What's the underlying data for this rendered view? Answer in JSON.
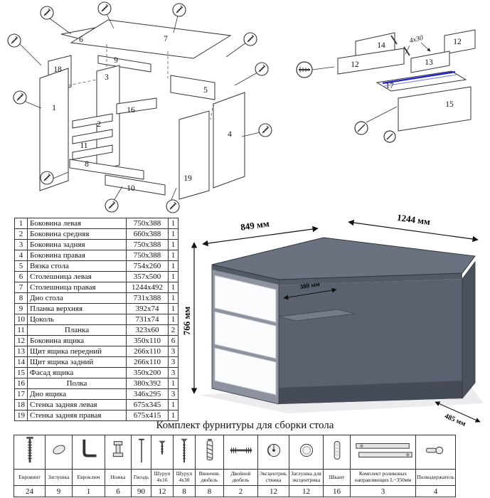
{
  "exploded_main": {
    "labels": {
      "n1": "1",
      "n2": "2",
      "n3": "3",
      "n4": "4",
      "n5": "5",
      "n6": "6",
      "n7": "7",
      "n8": "8",
      "n9": "9",
      "n10": "10",
      "n11": "11",
      "n16": "16",
      "n18": "18",
      "n19": "19"
    }
  },
  "exploded_detail": {
    "labels": {
      "n12a": "12",
      "n12b": "12",
      "n13": "13",
      "n14": "14",
      "n15": "15",
      "n17": "17"
    },
    "note": "4x30",
    "rail_color": "#2323cc"
  },
  "desk": {
    "dim_left": "849 мм",
    "dim_right": "1244 мм",
    "dim_height": "766 мм",
    "dim_inner": "380 мм",
    "dim_side": "485 мм",
    "colors": {
      "top": "#6a7280",
      "edge": "#525a66",
      "side": "#4a515d",
      "back": "#5a6270",
      "floor_strip": "#454c57",
      "drawer": "#fafbfc",
      "frame": "#8d939e",
      "shelf": "#747c89"
    }
  },
  "parts_table": {
    "rows": [
      {
        "n": "1",
        "name": "Боковина левая",
        "size": "750x388",
        "q": "1"
      },
      {
        "n": "2",
        "name": "Боковина средняя",
        "size": "660x388",
        "q": "1"
      },
      {
        "n": "3",
        "name": "Боковина задняя",
        "size": "750x388",
        "q": "1"
      },
      {
        "n": "4",
        "name": "Боковина правая",
        "size": "750x388",
        "q": "1"
      },
      {
        "n": "5",
        "name": "Вязка стола",
        "size": "754x260",
        "q": "1"
      },
      {
        "n": "6",
        "name": "Столешница левая",
        "size": "357x500",
        "q": "1"
      },
      {
        "n": "7",
        "name": "Столешница правая",
        "size": "1244x492",
        "q": "1"
      },
      {
        "n": "8",
        "name": "Дно стола",
        "size": "731x388",
        "q": "1"
      },
      {
        "n": "9",
        "name": "Планка верхняя",
        "size": "392x74",
        "q": "1"
      },
      {
        "n": "10",
        "name": "Цоколь",
        "size": "731x74",
        "q": "1"
      },
      {
        "n": "11",
        "name": "Планка",
        "size": "323x60",
        "q": "2"
      },
      {
        "n": "12",
        "name": "Боковина ящика",
        "size": "350x110",
        "q": "6"
      },
      {
        "n": "13",
        "name": "Щит ящика передний",
        "size": "266x110",
        "q": "3"
      },
      {
        "n": "14",
        "name": "Щит ящика задний",
        "size": "266x110",
        "q": "3"
      },
      {
        "n": "15",
        "name": "Фасад ящика",
        "size": "350x200",
        "q": "3"
      },
      {
        "n": "16",
        "name": "Полка",
        "size": "380x392",
        "q": "1"
      },
      {
        "n": "17",
        "name": "Дно ящика",
        "size": "346x295",
        "q": "3"
      },
      {
        "n": "18",
        "name": "Стенка задняя левая",
        "size": "675x345",
        "q": "1"
      },
      {
        "n": "19",
        "name": "Стенка задняя правая",
        "size": "675x415",
        "q": "1"
      }
    ]
  },
  "hardware": {
    "title": "Комплект фурнитуры для сборки стола",
    "items": [
      {
        "name": "Евровинт",
        "qty": "24"
      },
      {
        "name": "Заглушка",
        "qty": "9"
      },
      {
        "name": "Евроключ",
        "qty": "1"
      },
      {
        "name": "Ножка",
        "qty": "6"
      },
      {
        "name": "Гвоздь",
        "qty": "90"
      },
      {
        "name": "Шуруп 4x16",
        "qty": "12"
      },
      {
        "name": "Шуруп 4x30",
        "qty": "8"
      },
      {
        "name": "Ввинчив. дюбель",
        "qty": "8"
      },
      {
        "name": "Двойной дюбель",
        "qty": "2"
      },
      {
        "name": "Эксцентрик. стяжка",
        "qty": "12"
      },
      {
        "name": "Заглушка для эксцентрика",
        "qty": "12"
      },
      {
        "name": "Шкант",
        "qty": "16"
      },
      {
        "name": "Комплект роликовых направляющих L~350мм",
        "qty": "3"
      },
      {
        "name": "Полкодержатель",
        "qty": "4"
      }
    ]
  }
}
